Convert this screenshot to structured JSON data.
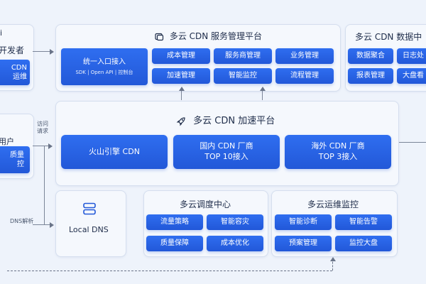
{
  "left": {
    "dev_title_fragment": "开发者",
    "dev_title_char": "i",
    "dev_box": [
      "CDN",
      "运维"
    ],
    "user_title": "用户",
    "user_box": [
      "质量",
      "控"
    ],
    "access_label": [
      "访问",
      "请求"
    ],
    "dns_label": "DNS解析"
  },
  "mgmt": {
    "title": "多云 CDN 服务管理平台",
    "entry": {
      "label": "统一入口接入",
      "sub": "SDK | Open API | 控制台"
    },
    "buttons": [
      "成本管理",
      "服务商管理",
      "业务管理",
      "加速管理",
      "智能监控",
      "流程管理"
    ]
  },
  "data": {
    "title": "多云 CDN 数据中",
    "buttons": [
      "数据聚合",
      "日志处",
      "报表管理",
      "大盘看"
    ]
  },
  "accel": {
    "title": "多云 CDN 加速平台",
    "cards": [
      {
        "lines": [
          "火山引擎 CDN"
        ]
      },
      {
        "lines": [
          "国内 CDN 厂商",
          "TOP 10接入"
        ]
      },
      {
        "lines": [
          "海外 CDN 厂商",
          "TOP 3接入"
        ]
      }
    ]
  },
  "dns": {
    "label": "Local DNS"
  },
  "sched": {
    "title": "多云调度中心",
    "buttons": [
      "流量策略",
      "智能容灾",
      "质量保障",
      "成本优化"
    ]
  },
  "ops": {
    "title": "多云运维监控",
    "buttons": [
      "智能诊断",
      "智能告警",
      "预案管理",
      "监控大盘"
    ]
  },
  "colors": {
    "accent": "#2563eb",
    "panel": "#f5f8fd",
    "background": "#eef3fb"
  }
}
